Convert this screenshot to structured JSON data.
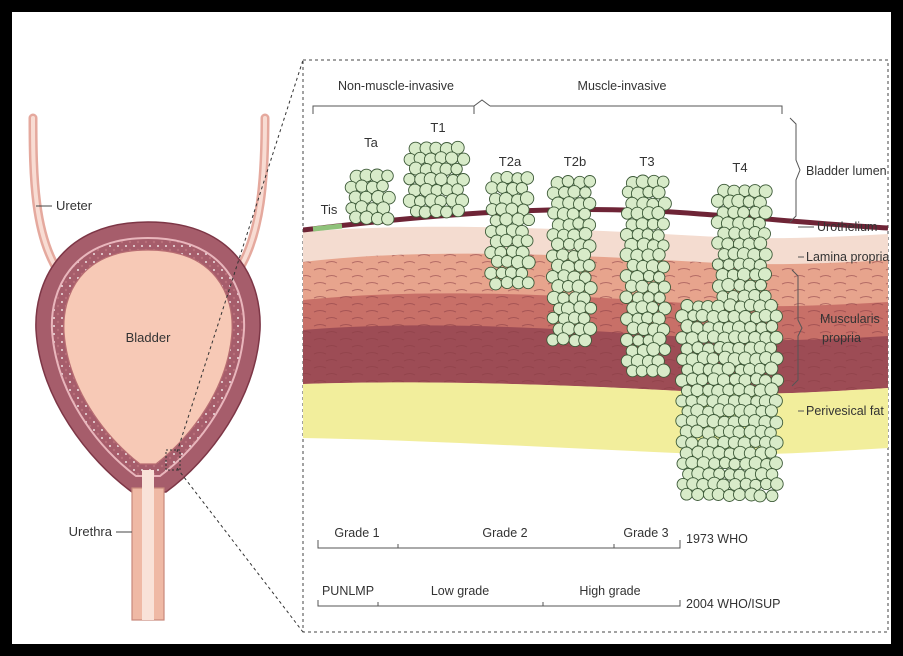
{
  "organ": {
    "ureter_label": "Ureter",
    "bladder_label": "Bladder",
    "urethra_label": "Urethra"
  },
  "invasion": {
    "non_muscle_label": "Non-muscle-invasive",
    "muscle_label": "Muscle-invasive"
  },
  "stages": [
    {
      "label": "Tis"
    },
    {
      "label": "Ta"
    },
    {
      "label": "T1"
    },
    {
      "label": "T2a"
    },
    {
      "label": "T2b"
    },
    {
      "label": "T3"
    },
    {
      "label": "T4"
    }
  ],
  "layers": {
    "lumen": "Bladder lumen",
    "urothelium": "Urothelium",
    "lamina": "Lamina propria",
    "muscularis_line1": "Muscularis",
    "muscularis_line2": "propria",
    "fat": "Perivesical fat"
  },
  "grading_1973": {
    "grades": [
      "Grade 1",
      "Grade 2",
      "Grade 3"
    ],
    "system": "1973 WHO"
  },
  "grading_2004": {
    "grades": [
      "PUNLMP",
      "Low grade",
      "High grade"
    ],
    "system": "2004 WHO/ISUP"
  },
  "colors": {
    "tumor_fill": "#d8ebc9",
    "tumor_stroke": "#3d5a38",
    "urothelium": "#6e2436",
    "tis": "#8fc27a",
    "muscle": "#a7575b",
    "lamina": "#f1d4c6",
    "fat": "#f0eca0",
    "bladder_wall": "#a05a68",
    "bladder_lumen": "#f7c9b6"
  }
}
